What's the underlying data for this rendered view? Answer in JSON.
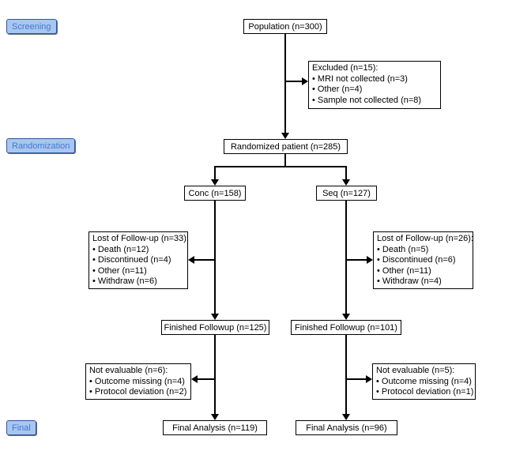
{
  "colors": {
    "stage_label_bg": "#a8c7f0",
    "stage_label_text": "#4678d0",
    "stage_label_border": "#31549e",
    "box_border": "#000000",
    "box_bg": "#ffffff",
    "connector": "#000000"
  },
  "stages": {
    "screening": "Screening",
    "randomization": "Randomization",
    "final": "Final"
  },
  "nodes": {
    "population": "Population (n=300)",
    "excluded": {
      "title": "Excluded (n=15):",
      "items": [
        "• MRI not collected (n=3)",
        "• Other (n=4)",
        "• Sample not collected (n=8)"
      ]
    },
    "randomized": "Randomized patient (n=285)",
    "conc": "Conc (n=158)",
    "seq": "Seq (n=127)",
    "lost_conc": {
      "title": "Lost of Follow-up (n=33):",
      "items": [
        "• Death (n=12)",
        "• Discontinued (n=4)",
        "• Other (n=11)",
        "• Withdraw (n=6)"
      ]
    },
    "lost_seq": {
      "title": "Lost of Follow-up (n=26):",
      "items": [
        "• Death (n=5)",
        "• Discontinued (n=6)",
        "• Other (n=11)",
        "• Withdraw (n=4)"
      ]
    },
    "finished_conc": "Finished Followup (n=125)",
    "finished_seq": "Finished Followup (n=101)",
    "noteval_conc": {
      "title": "Not evaluable (n=6):",
      "items": [
        "• Outcome missing (n=4)",
        "• Protocol deviation (n=2)"
      ]
    },
    "noteval_seq": {
      "title": "Not evaluable (n=5):",
      "items": [
        "• Outcome missing (n=4)",
        "• Protocol deviation (n=1)"
      ]
    },
    "final_conc": "Final Analysis (n=119)",
    "final_seq": "Final Analysis (n=96)"
  }
}
